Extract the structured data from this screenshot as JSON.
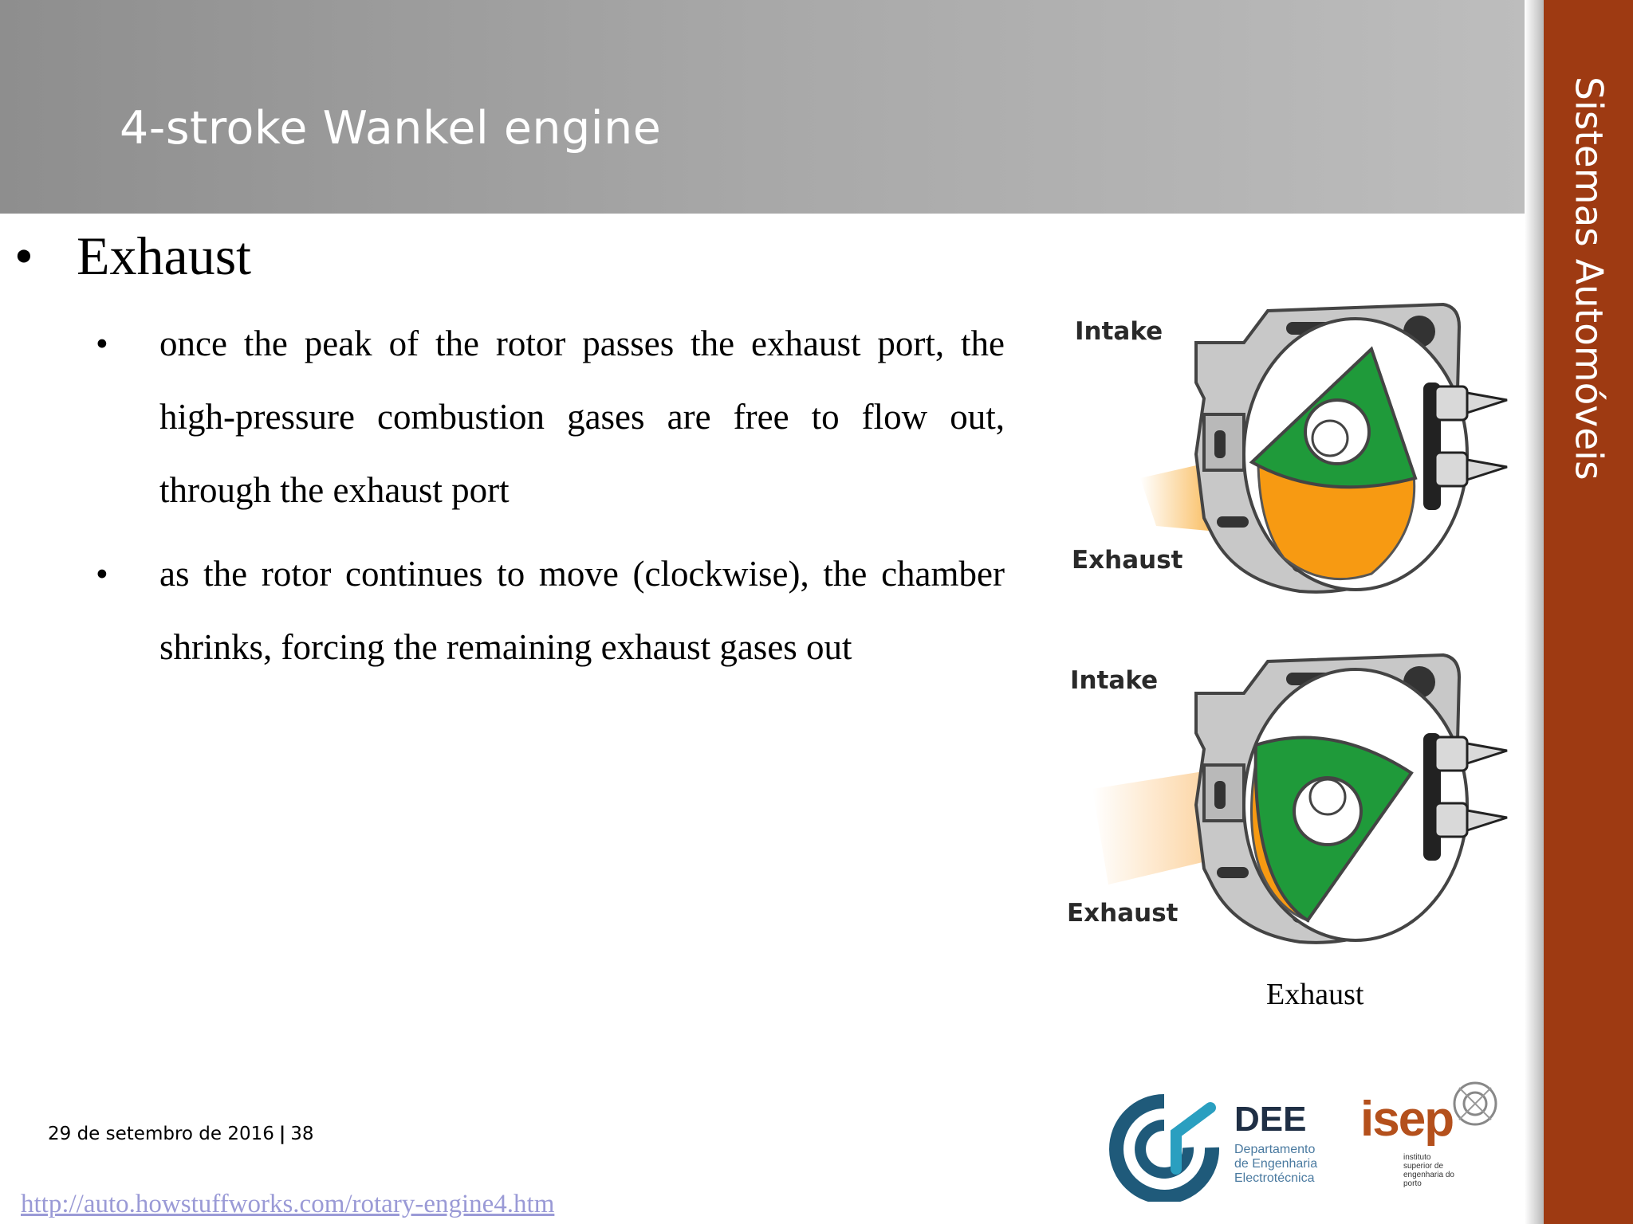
{
  "slide": {
    "title": "4-stroke Wankel engine",
    "sidebar_title": "Sistemas Automóveis",
    "main_bullet": "Exhaust",
    "sub_bullets": [
      "once the peak of the rotor passes the exhaust port, the high-pressure combustion gases are free to flow out, through the exhaust port",
      "as the rotor continues to move (clockwise), the chamber shrinks, forcing the remaining exhaust gases out"
    ],
    "bullet_glyph": "•"
  },
  "diagrams": [
    {
      "intake_label": "Intake",
      "exhaust_label": "Exhaust"
    },
    {
      "intake_label": "Intake",
      "exhaust_label": "Exhaust"
    }
  ],
  "caption": "Exhaust",
  "footer": {
    "date": "29 de setembro de 2016",
    "separator": "|",
    "page": "38",
    "url": "http://auto.howstuffworks.com/rotary-engine4.htm"
  },
  "logos": {
    "dee": {
      "name": "DEE",
      "line1": "Departamento",
      "line2": "de Engenharia",
      "line3": "Electrotécnica"
    },
    "isep": {
      "name": "isep",
      "line1": "instituto",
      "line2": "superior de",
      "line3": "engenharia do",
      "line4": "porto"
    }
  },
  "colors": {
    "sidebar": "#9e3a12",
    "rotor": "#1f9a3a",
    "exhaust_gas": "#f7a01a",
    "housing": "#c7c7c7",
    "link": "#9a9ad6"
  }
}
